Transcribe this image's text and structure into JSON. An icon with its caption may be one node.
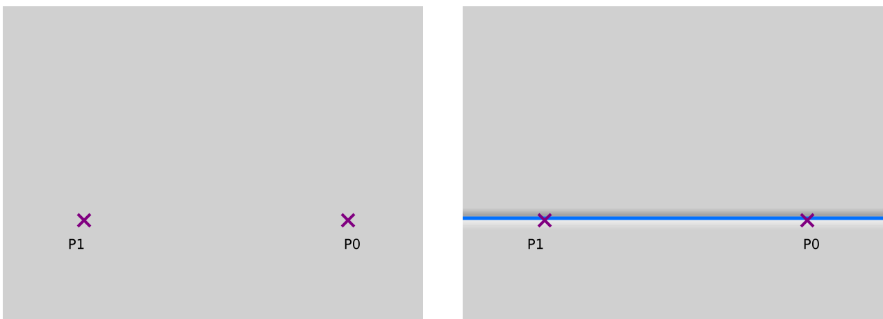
{
  "diagram": {
    "labels": [
      "P1",
      "P0",
      "P1",
      "P0"
    ]
  }
}
